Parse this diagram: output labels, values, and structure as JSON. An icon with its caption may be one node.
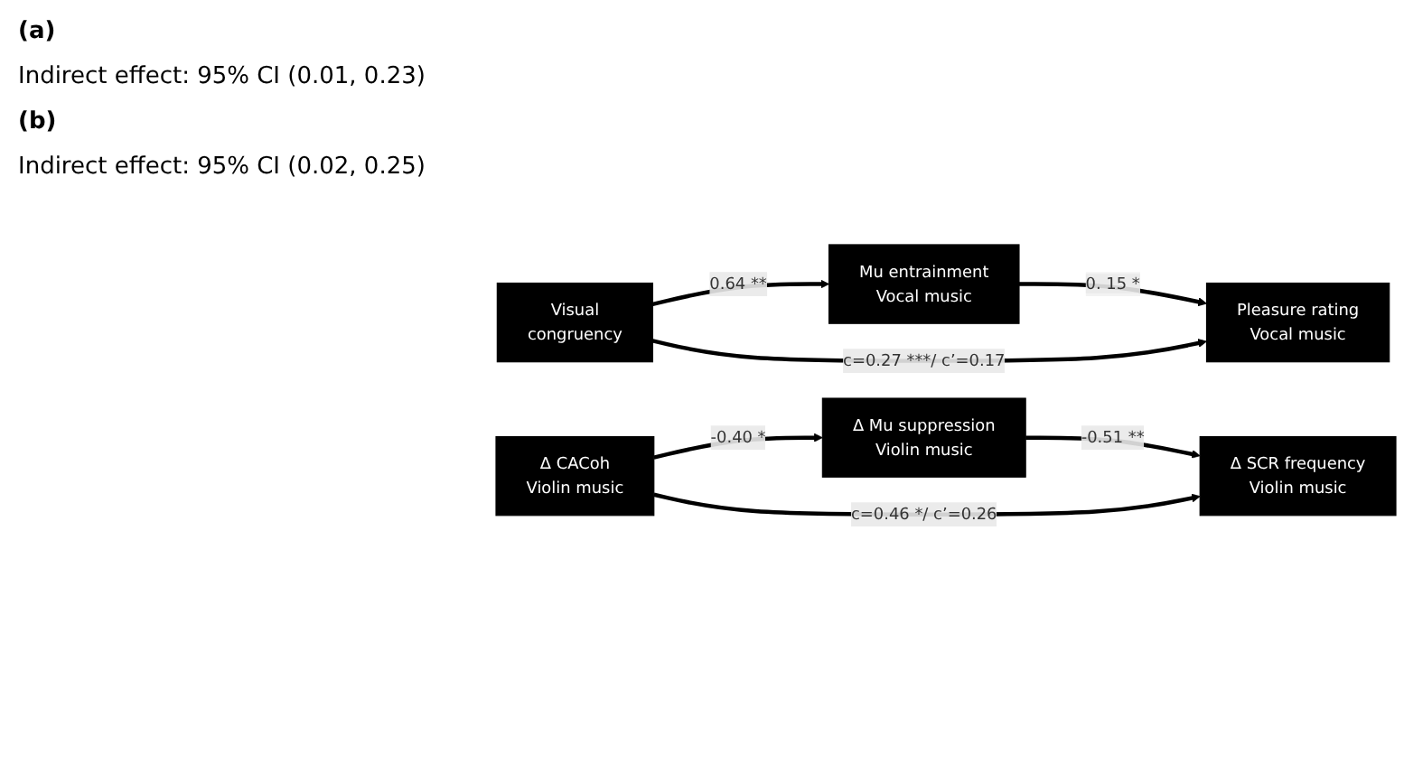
{
  "diagram": {
    "nodes": [
      {
        "text": [
          "Visual",
          "congruency"
        ]
      },
      {
        "text": [
          "Mu entrainment",
          "Vocal music"
        ]
      },
      {
        "text": [
          "Pleasure rating",
          "Vocal music"
        ]
      },
      {
        "text": [
          "Δ CACoh",
          "Violin music"
        ]
      },
      {
        "text": [
          "Δ Mu suppression",
          "Violin music"
        ]
      },
      {
        "text": [
          "Δ SCR frequency",
          "Violin music"
        ]
      }
    ],
    "edges": [
      {
        "from": 0,
        "to": 1,
        "arrow": "to",
        "label": "0.64 **"
      },
      {
        "from": 1,
        "to": 2,
        "arrow": "to",
        "label": "0. 15 *"
      },
      {
        "from": 0,
        "to": 2,
        "arrow": "to",
        "label": "c=0.27 ***/ c’=0.17"
      },
      {
        "from": 3,
        "to": 4,
        "arrow": "to",
        "label": "-0.40 *"
      },
      {
        "from": 4,
        "to": 5,
        "arrow": "to",
        "label": "-0.51 **"
      },
      {
        "from": 3,
        "to": 5,
        "arrow": "to",
        "label": "c=0.46 */ c’=0.26"
      }
    ],
    "labels": [
      "(a)",
      "Indirect effect: 95% CI (0.01, 0.23)",
      "(b)",
      "Indirect effect: 95% CI (0.02, 0.25)"
    ]
  }
}
